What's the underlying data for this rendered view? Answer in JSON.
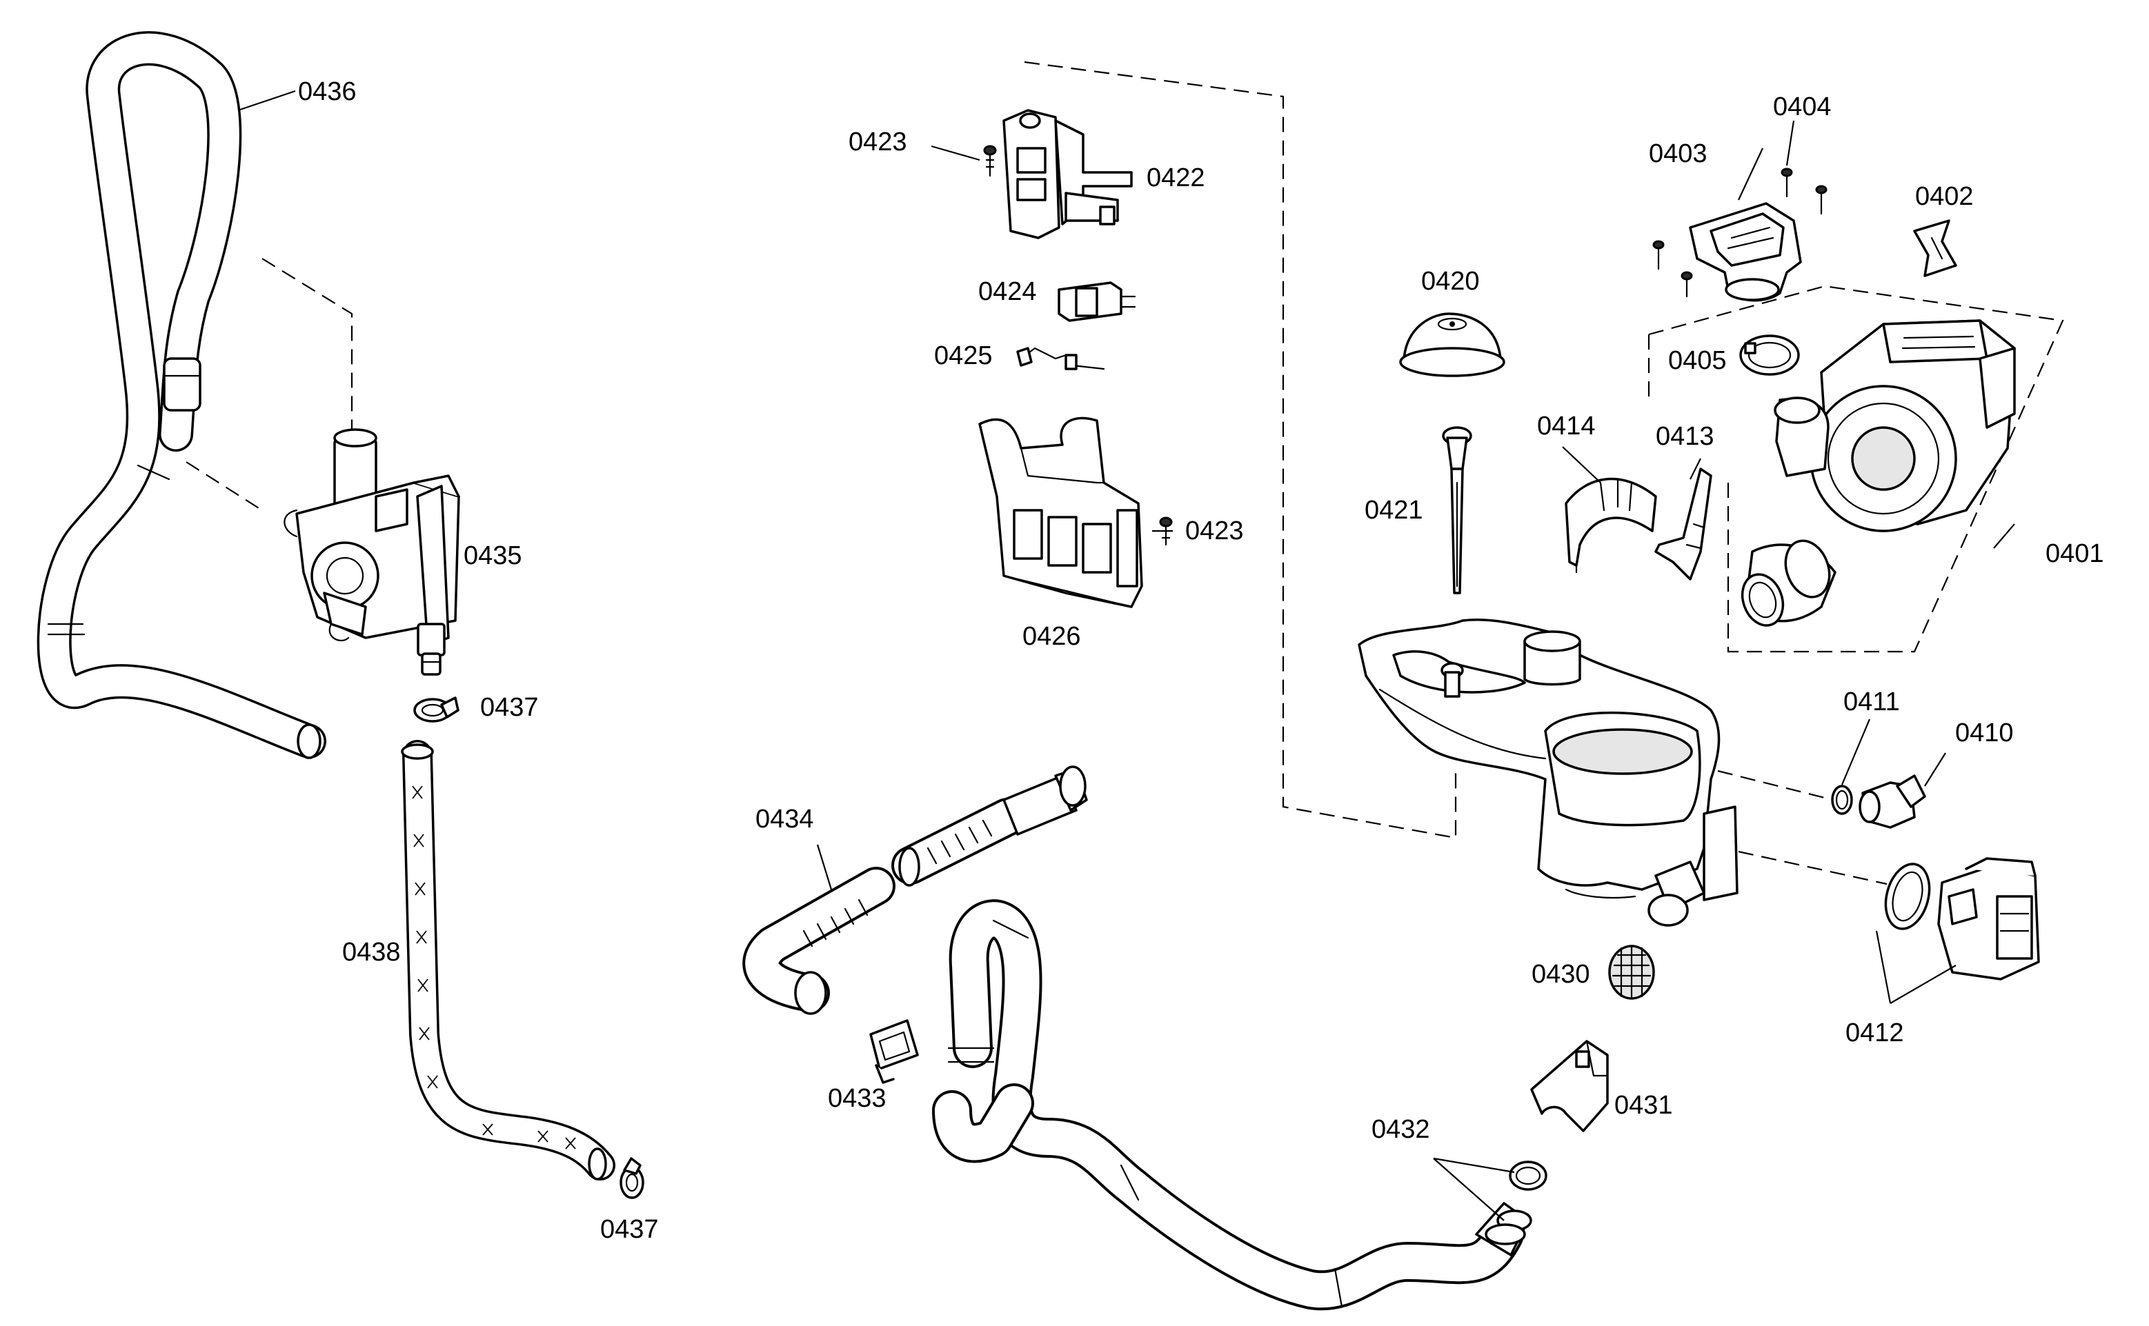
{
  "callouts": {
    "p0401": "0401",
    "p0402": "0402",
    "p0403": "0403",
    "p0404": "0404",
    "p0405": "0405",
    "p0410": "0410",
    "p0411": "0411",
    "p0412": "0412",
    "p0413": "0413",
    "p0414": "0414",
    "p0420": "0420",
    "p0421": "0421",
    "p0422": "0422",
    "p0423_top": "0423",
    "p0423_mid": "0423",
    "p0424": "0424",
    "p0425": "0425",
    "p0426": "0426",
    "p0430": "0430",
    "p0431": "0431",
    "p0432": "0432",
    "p0433": "0433",
    "p0434": "0434",
    "p0435": "0435",
    "p0436": "0436",
    "p0437_top": "0437",
    "p0437_bottom": "0437",
    "p0438": "0438"
  }
}
